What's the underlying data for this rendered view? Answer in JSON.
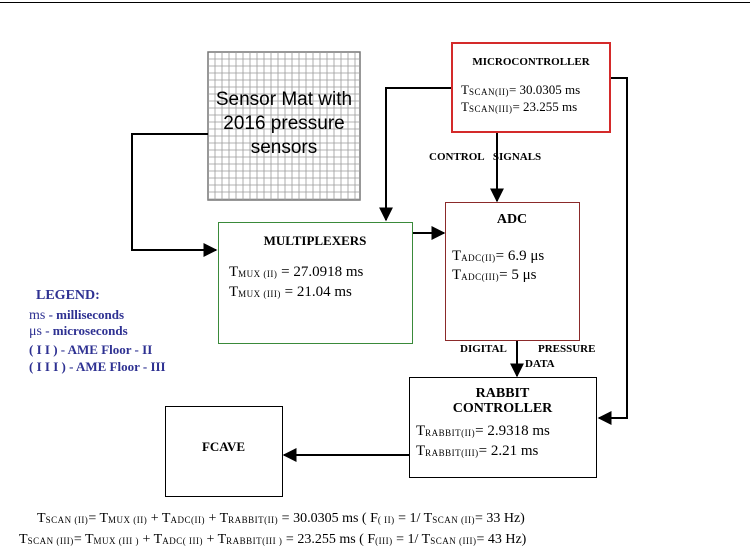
{
  "colors": {
    "microcontroller_border": "#d42a2a",
    "multiplexers_border": "#3a8a3a",
    "adc_border": "#8b2a2a",
    "legend_text": "#2e3192",
    "grid": "#9a9a9a"
  },
  "sensor_mat": {
    "lines": [
      "Sensor Mat with",
      "2016 pressure",
      "sensors"
    ]
  },
  "microcontroller": {
    "title": "MICROCONTROLLER",
    "t1_sub": "SCAN(II)",
    "t1_val": "= 30.0305 ms",
    "t2_sub": "SCAN(III)",
    "t2_val": "= 23.255 ms"
  },
  "control_signals": {
    "a": "CONTROL",
    "b": "SIGNALS"
  },
  "adc": {
    "title": "ADC",
    "t1_sub": "ADC(II)",
    "t1_val": "= 6.9",
    "t1_unit": "μs",
    "t2_sub": "ADC(III)",
    "t2_val": "= 5",
    "t2_unit": "μs"
  },
  "multiplexers": {
    "title": "MULTIPLEXERS",
    "t1_sub": "MUX (II)",
    "t1_val": "= 27.0918 ms",
    "t2_sub": "MUX (III)",
    "t2_val": "= 21.04 ms"
  },
  "legend": {
    "title": "LEGEND:",
    "ms_sym": "ms",
    "ms_text": "- milliseconds",
    "us_sym": "μs",
    "us_text": "- microseconds",
    "floor2": "( I I ) - AME Floor - II",
    "floor3": "( I I I ) - AME Floor - III"
  },
  "digital_pressure": {
    "a": "DIGITAL",
    "b": "PRESSURE",
    "c": "DATA"
  },
  "rabbit": {
    "title1": "RABBIT",
    "title2": "CONTROLLER",
    "t1_sub": "RABBIT(II)",
    "t1_val": "= 2.9318 ms",
    "t2_sub": "RABBIT(III)",
    "t2_val": "= 2.21 ms"
  },
  "fcave": {
    "title": "FCAVE"
  },
  "equations": {
    "eq1": {
      "s1": "SCAN (II)",
      "s2": "MUX (II)",
      "s3": "ADC(II)",
      "s4": "RABBIT(II)",
      "tail": "= 30.0305 ms ( F",
      "fsub": "( II)",
      "mid": "= 1/ T",
      "scansub": "SCAN (II)",
      "end": "= 33 Hz)"
    },
    "eq2": {
      "s1": "SCAN (III)",
      "s2": "MUX (III )",
      "s3": "ADC( III)",
      "s4": "RABBIT(III )",
      "tail": "= 23.255 ms ( F",
      "fsub": "(III)",
      "mid": "= 1/ T",
      "scansub": "SCAN (III)",
      "end": "= 43 Hz)"
    }
  }
}
